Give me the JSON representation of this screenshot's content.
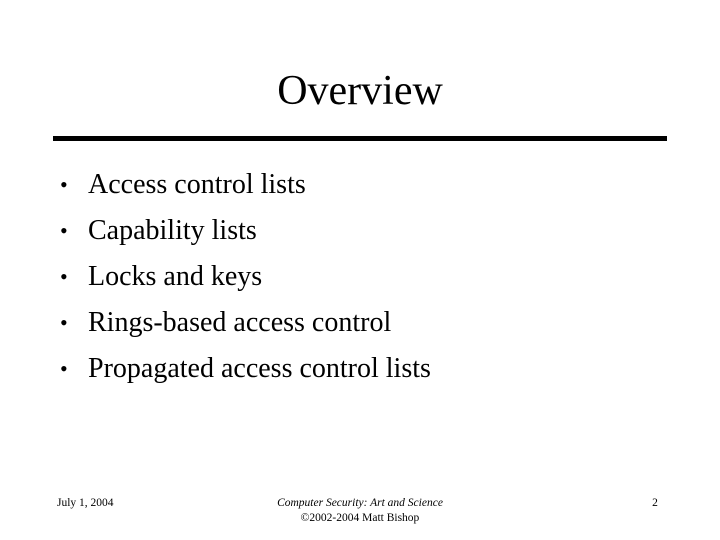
{
  "slide": {
    "title": "Overview",
    "page_number": "2",
    "background_color": "#ffffff",
    "text_color": "#000000",
    "rule_color": "#000000"
  },
  "content": {
    "bullet_glyph": "•",
    "bullets": [
      {
        "label": "Access control lists"
      },
      {
        "label": "Capability lists"
      },
      {
        "label": "Locks and keys"
      },
      {
        "label": "Rings-based access control"
      },
      {
        "label": "Propagated access control lists"
      }
    ]
  },
  "footer": {
    "date": "July 1, 2004",
    "book_title": "Computer Security: Art and Science",
    "copyright": "©2002-2004 Matt Bishop",
    "page_number": "2"
  }
}
